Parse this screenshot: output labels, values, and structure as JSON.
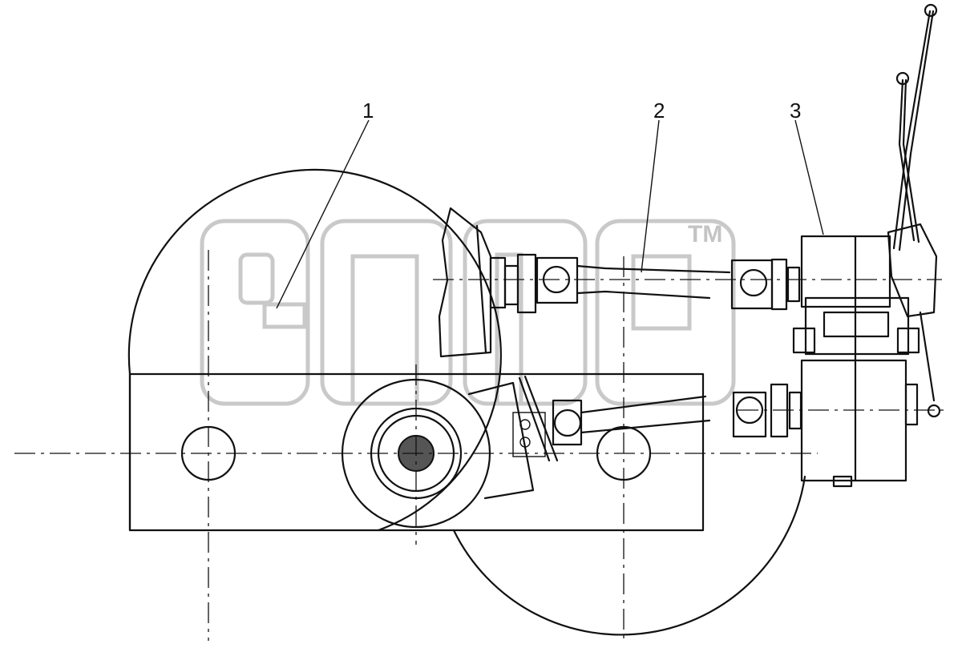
{
  "callouts": [
    {
      "label": "1"
    },
    {
      "label": "2"
    },
    {
      "label": "3"
    }
  ],
  "watermark": {
    "trademark": "TM"
  },
  "colors": {
    "line": "#111111",
    "watermark": "#c9c9c9",
    "background": "#ffffff"
  }
}
